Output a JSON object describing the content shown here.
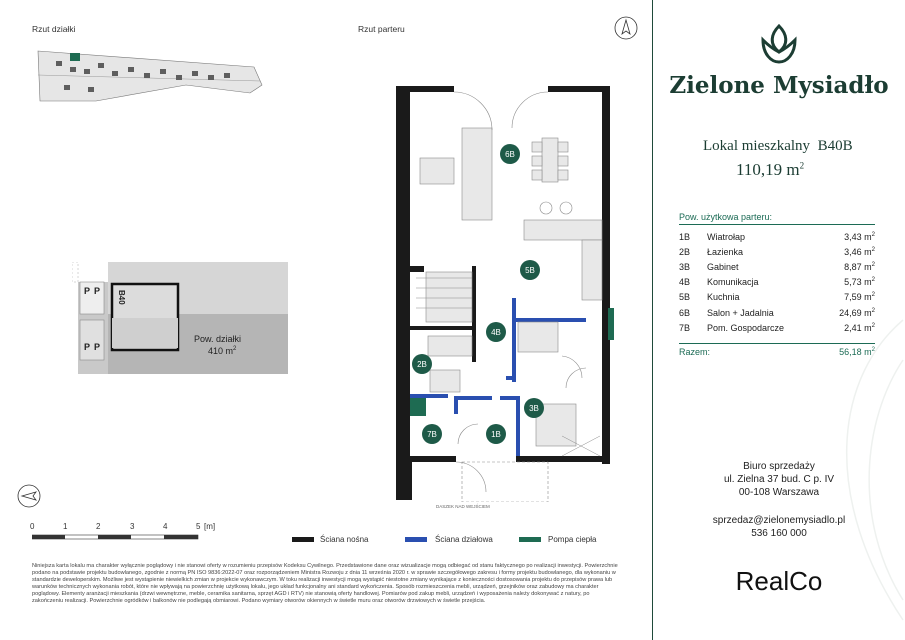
{
  "headings": {
    "site_plan": "Rzut działki",
    "ground_floor": "Rzut parteru"
  },
  "site": {
    "area_label": "Pow. działki",
    "area_value": "410 m",
    "area_sup": "2",
    "building_code": "B40",
    "parking": [
      "P",
      "P",
      "P",
      "P"
    ]
  },
  "room_tags": {
    "r1": "1B",
    "r2": "2B",
    "r3": "3B",
    "r4": "4B",
    "r5": "5B",
    "r6": "6B",
    "r7": "7B"
  },
  "floor_note": "DASZEK NAD WEJŚCIEM",
  "scale": {
    "ticks": [
      "0",
      "1",
      "2",
      "3",
      "4",
      "5"
    ],
    "unit": "[m]"
  },
  "legend": {
    "bearing_wall": "Ściana nośna",
    "party_wall": "Ściana działowa",
    "heat_pump": "Pompa ciepła",
    "colors": {
      "bearing": "#1a1a1a",
      "party": "#2a4fb0",
      "pump": "#1e6b52"
    }
  },
  "disclaimer": "Niniejsza karta lokalu ma charakter wyłącznie poglądowy i nie stanowi oferty w rozumieniu przepisów Kodeksu Cywilnego. Przedstawione dane oraz wizualizacje mogą odbiegać od stanu faktycznego po realizacji inwestycji. Powierzchnie podano na podstawie projektu budowlanego, zgodnie z normą PN ISO 9836:2022-07 oraz rozporządzeniem Ministra Rozwoju z dnia 11 września 2020 r. w sprawie szczegółowego zakresu i formy projektu budowlanego, dla wykonaniu w standardzie deweloperskim. Możliwe jest wystąpienie niewielkich zmian w projekcie wykonawczym. W toku realizacji inwestycji mogą wystąpić niestotne zmiany wynikające z konieczności dostosowania projektu do przepisów prawa lub warunków technicznych wykonania robót, które nie wpływają na powierzchnię użytkową lokalu, jego układ funkcjonalny ani standard wykończenia. Sposób rozmieszczenia mebli, urządzeń, grzejników oraz zabudowy ma charakter poglądowy. Elementy aranżacji mieszkania (drzwi wewnętrzne, meble, ceramika sanitarna, sprzęt AGD i RTV) nie stanowią oferty handlowej. Pomiarów pod zakup mebli, urządzeń i wyposażenia należy dokonywać z natury, po zakończeniu realizacji. Powierzchnie ogródków i balkonów nie podlegają obmiarowi. Podano wymiary otworów okiennych w świetle muru oraz otworów drzwiowych w świetle przejścia.",
  "panel": {
    "brand": "Zielone Mysiadło",
    "unit_label": "Lokal mieszkalny",
    "unit_code": "B40B",
    "unit_area": "110,19 m",
    "unit_area_sup": "2",
    "area_heading": "Pow. użytkowa parteru:",
    "rooms": [
      {
        "id": "1B",
        "name": "Wiatrołap",
        "area": "3,43 m",
        "sup": "2"
      },
      {
        "id": "2B",
        "name": "Łazienka",
        "area": "3,46 m",
        "sup": "2"
      },
      {
        "id": "3B",
        "name": "Gabinet",
        "area": "8,87 m",
        "sup": "2"
      },
      {
        "id": "4B",
        "name": "Komunikacja",
        "area": "5,73 m",
        "sup": "2"
      },
      {
        "id": "5B",
        "name": "Kuchnia",
        "area": "7,59 m",
        "sup": "2"
      },
      {
        "id": "6B",
        "name": "Salon + Jadalnia",
        "area": "24,69 m",
        "sup": "2"
      },
      {
        "id": "7B",
        "name": "Pom. Gospodarcze",
        "area": "2,41 m",
        "sup": "2"
      }
    ],
    "total_label": "Razem:",
    "total_area": "56,18 m",
    "total_sup": "2",
    "office": {
      "title": "Biuro sprzedaży",
      "line1": "ul. Zielna 37 bud. C p. IV",
      "line2": "00-108 Warszawa"
    },
    "email": "sprzedaz@zielonemysiadlo.pl",
    "phone": "536 160 000",
    "developer": "RealCo"
  }
}
